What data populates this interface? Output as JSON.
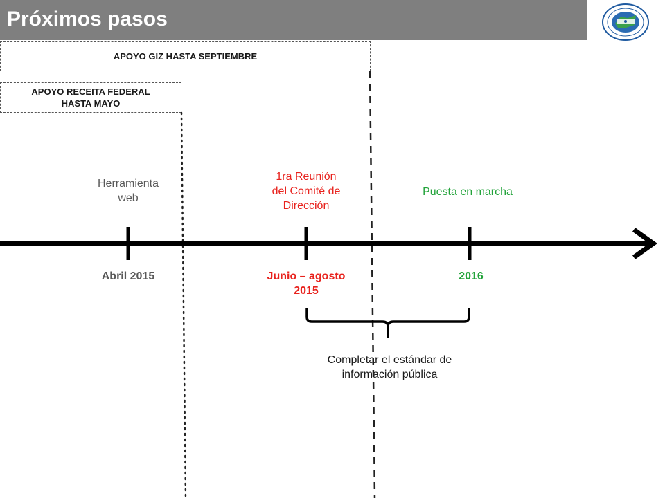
{
  "header": {
    "title": "Próximos pasos",
    "logo_icon": "institution-seal-icon",
    "bar_color": "#7f7f7f"
  },
  "support": {
    "giz": "APOYO GIZ HASTA SEPTIEMBRE",
    "receita_line1": "APOYO RECEITA FEDERAL",
    "receita_line2": "HASTA MAYO"
  },
  "timeline": {
    "events": [
      {
        "label_lines": [
          "Herramienta",
          "web"
        ],
        "date_lines": [
          "Abril 2015"
        ],
        "color": "#595959"
      },
      {
        "label_lines": [
          "1ra Reunión",
          "del Comité de",
          "Dirección"
        ],
        "date_lines": [
          "Junio – agosto",
          "2015"
        ],
        "color": "#e8221d"
      },
      {
        "label_lines": [
          "Puesta en marcha"
        ],
        "date_lines": [
          "2016"
        ],
        "color": "#22a33a"
      }
    ],
    "brace_lines": [
      "Completar el estándar de",
      "información pública"
    ]
  }
}
